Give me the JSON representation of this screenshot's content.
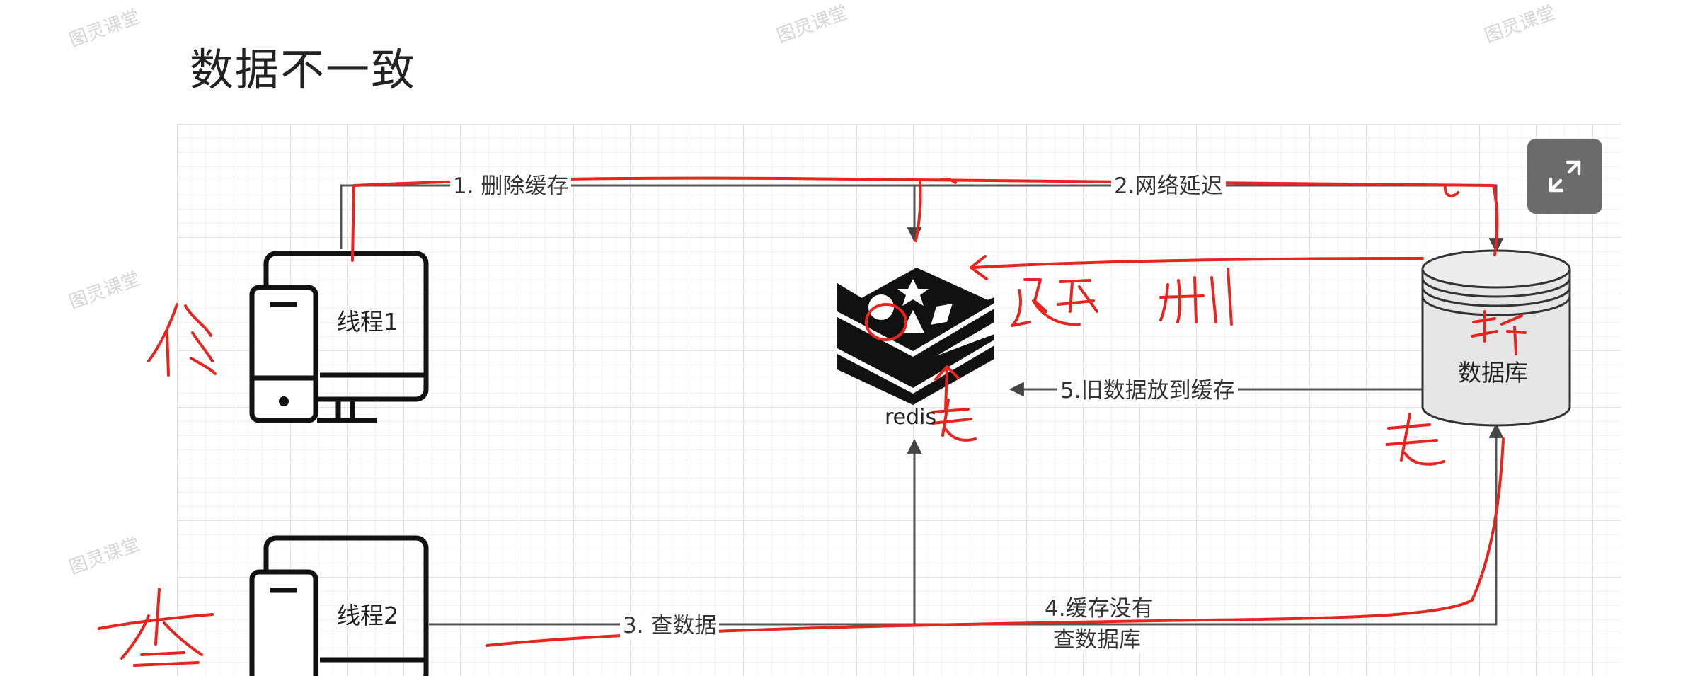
{
  "watermark": "图灵课堂",
  "page_title": "数据不一致",
  "nodes": {
    "thread1": "线程1",
    "thread2": "线程2",
    "redis": "redis",
    "database": "数据库"
  },
  "edges": {
    "e1": "1. 删除缓存",
    "e2": "2.网络延迟",
    "e3": "3. 查数据",
    "e4_line1": "4.缓存没有",
    "e4_line2": "查数据库",
    "e5": "5.旧数据放到缓存"
  },
  "colors": {
    "annotation": "#e8241f",
    "edge": "#555555",
    "button": "#6b6b6b"
  },
  "icons": [
    "expand-icon",
    "computer-phone-icon",
    "redis-logo-icon",
    "database-cylinder-icon"
  ]
}
